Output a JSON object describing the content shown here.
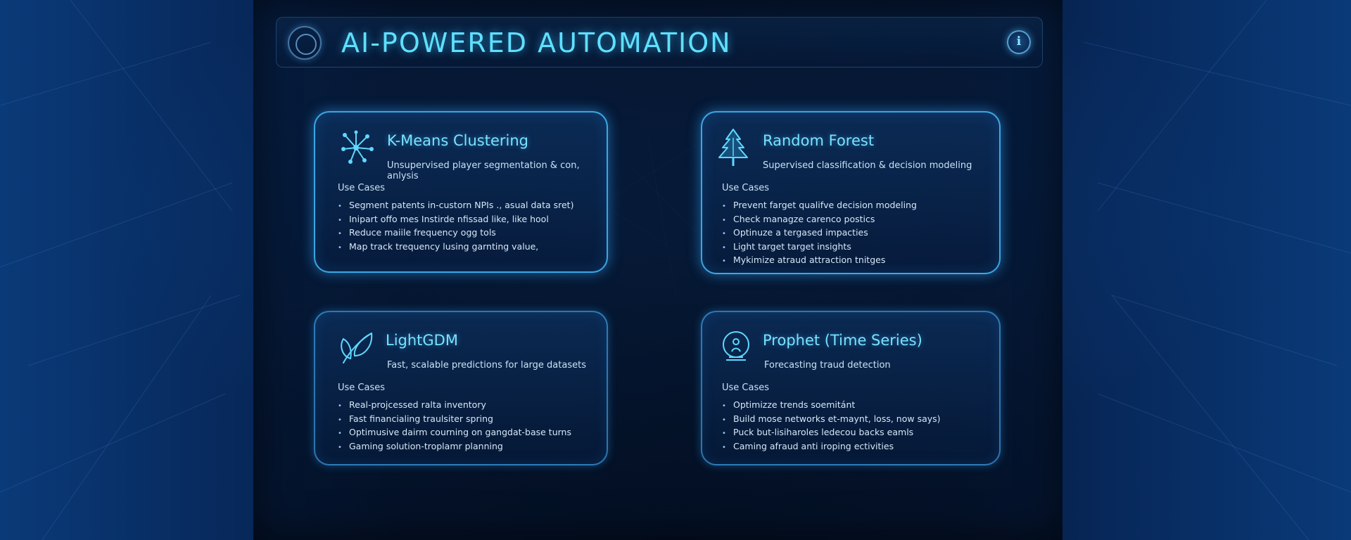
{
  "header": {
    "title": "AI-POWERED AUTOMATION",
    "logo_icon": "ring-logo-icon",
    "action_icon": "info-icon",
    "action_glyph": "ℹ"
  },
  "colors": {
    "accent": "#5fe0ff",
    "card_border": "#46beff",
    "background": "#051a3a"
  },
  "cards": [
    {
      "title": "K-Means Clustering",
      "subtitle": "Unsupervised player segmentation & con, anlysis",
      "uses_label": "Use Cases",
      "icon": "network-nodes-icon",
      "items": [
        "Segment patents in-custorn NPIs ., asual data sret)",
        "Inipart offo mes Instirde nfissad like, like hool",
        "Reduce maiile frequency ogg tols",
        "Map track trequency lusing garnting value,"
      ]
    },
    {
      "title": "Random Forest",
      "subtitle": "Supervised classification & decision modeling",
      "uses_label": "Use Cases",
      "icon": "tree-icon",
      "items": [
        "Prevent farget qualifve decision modeling",
        "Check managze carenco postics",
        "Optinuze a tergased impacties",
        "Light target target insights",
        "Mykimize atraud attraction tnitges"
      ]
    },
    {
      "title": "LightGDM",
      "subtitle": "Fast, scalable predictions for large datasets",
      "uses_label": "Use Cases",
      "icon": "leaf-icon",
      "items": [
        "Real-projcessed ralta inventory",
        "Fast financialing traulsiter spring",
        "Optimusive dairm courning on gangdat-base turns",
        "Gaming solution-troplamr planning"
      ]
    },
    {
      "title": "Prophet (Time Series)",
      "subtitle": "Forecasting traud detection",
      "uses_label": "Use Cases",
      "icon": "crystal-ball-icon",
      "items": [
        "Optimizze trends soemitánt",
        "Build mose networks et-maynt, loss,  now says)",
        "Puck but-lisiharoles ledecou backs eamls",
        "Caming afraud anti iroping ectivities"
      ]
    }
  ]
}
